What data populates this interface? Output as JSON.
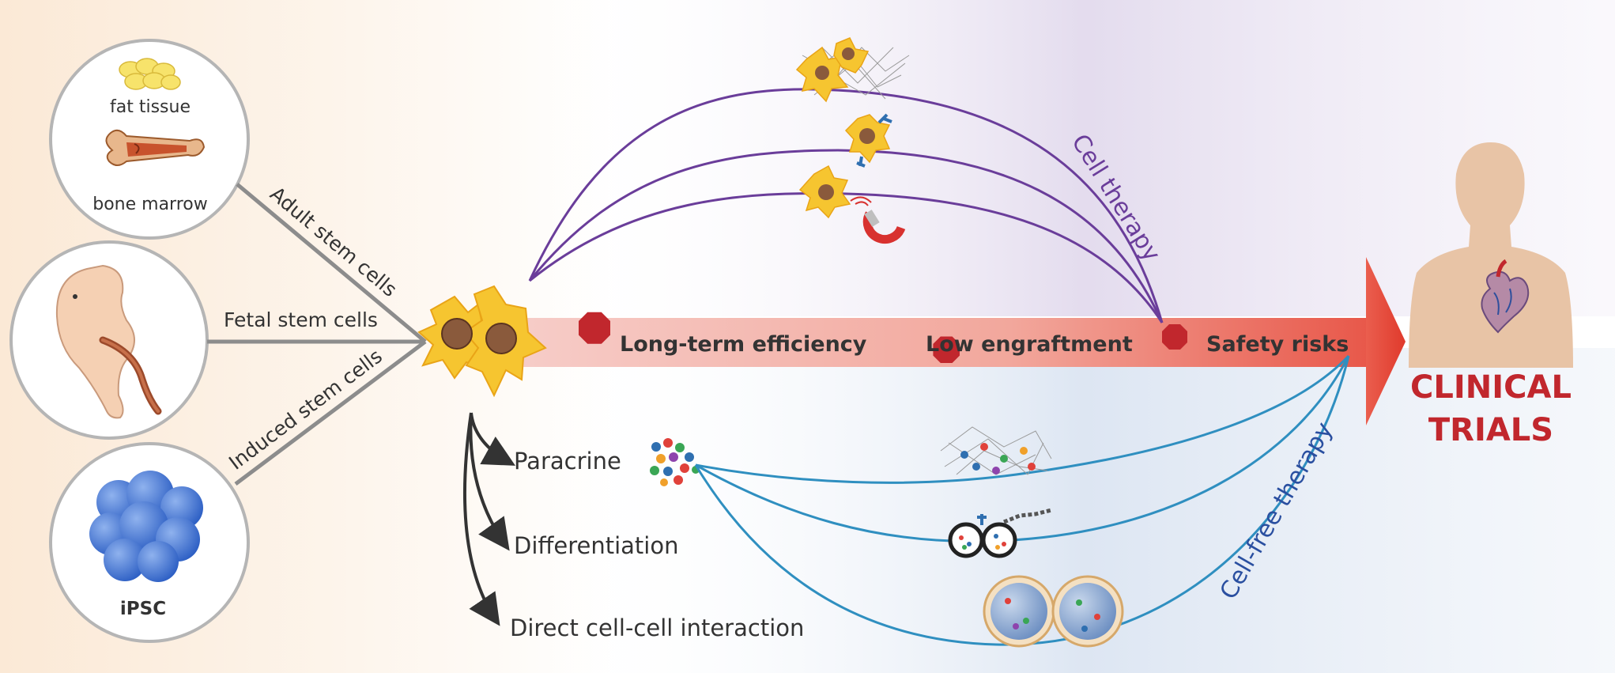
{
  "sources": {
    "fat_tissue": "fat tissue",
    "bone_marrow": "bone marrow",
    "ipsc": "iPSC"
  },
  "stem_cells": {
    "adult": "Adult stem cells",
    "fetal": "Fetal stem cells",
    "induced": "Induced stem cells"
  },
  "barriers": {
    "first": "Long-term efficiency",
    "second": "Low engraftment",
    "third": "Safety risks"
  },
  "mechanisms": {
    "paracrine": "Paracrine",
    "differentiation": "Differentiation",
    "direct": "Direct cell-cell interaction"
  },
  "therapies": {
    "cell": "Cell therapy",
    "cell_free": "Cell-free therapy"
  },
  "outcome": {
    "line1": "CLINICAL",
    "line2": "TRIALS"
  },
  "colors": {
    "cell_therapy": "#6a3d9a",
    "cell_free_therapy": "#2f6fb0",
    "barrier_stop": "#c1272d",
    "outcome": "#c1272d",
    "arrow": "#e8584a",
    "stem_cell": "#f6c530"
  },
  "icons": [
    "fat-tissue-icon",
    "bone-marrow-icon",
    "embryo-icon",
    "ipsc-cluster-icon",
    "stem-cell-icon",
    "stop-sign-icon",
    "magnet-icon",
    "human-body-icon",
    "heart-icon",
    "exosome-icon",
    "hydrogel-icon"
  ]
}
